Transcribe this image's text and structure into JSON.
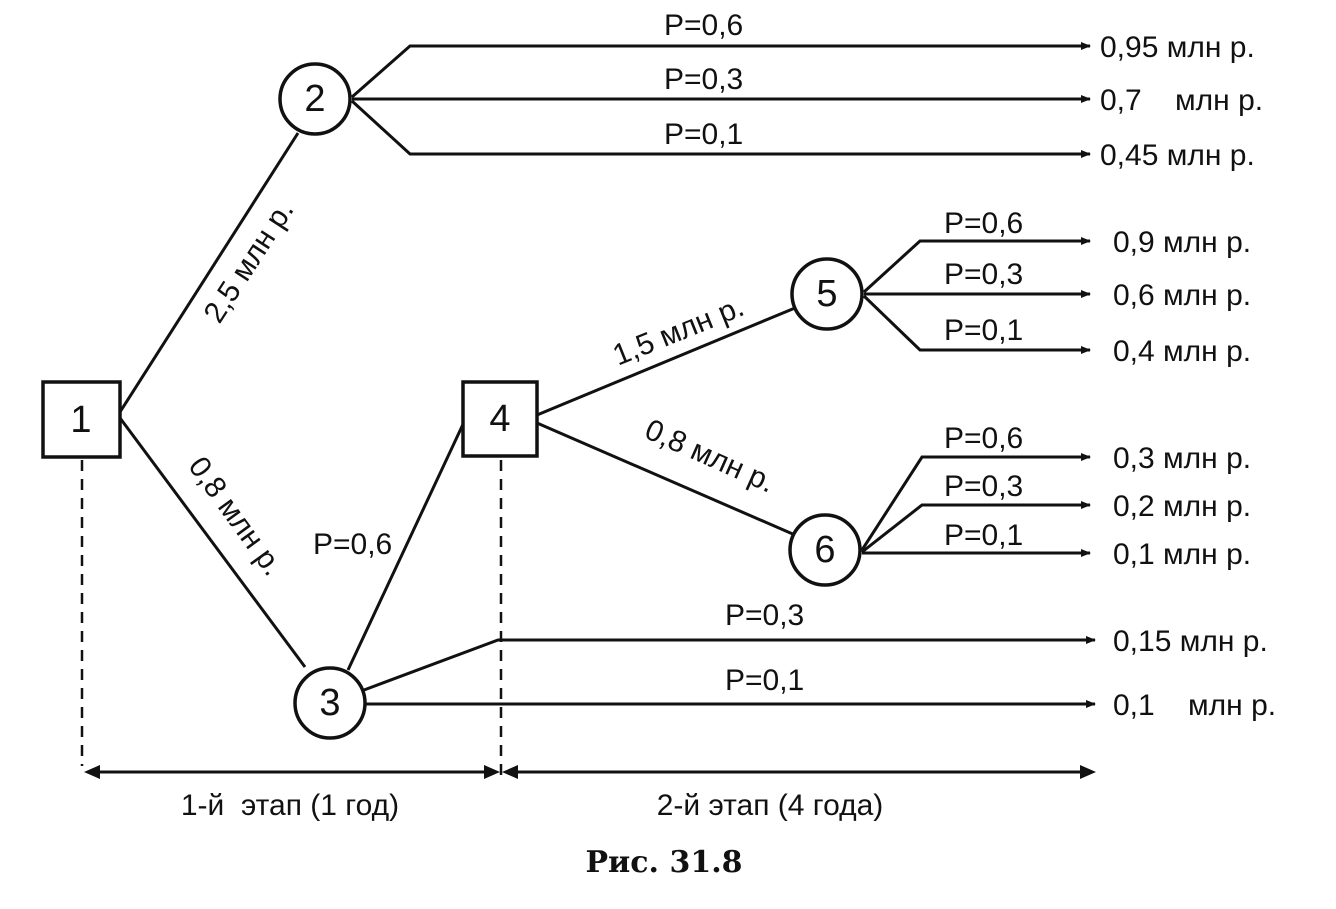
{
  "nodes": {
    "n1": "1",
    "n2": "2",
    "n3": "3",
    "n4": "4",
    "n5": "5",
    "n6": "6"
  },
  "edge_labels": {
    "e12": "2,5 млн р.",
    "e13": "0,8 млн р.",
    "e34": "P=0,6",
    "e45": "1,5 млн р.",
    "e46": "0,8 млн р."
  },
  "branches": {
    "n2": [
      {
        "p": "P=0,6",
        "outcome": "0,95 млн р."
      },
      {
        "p": "P=0,3",
        "outcome": "0,7    млн р."
      },
      {
        "p": "P=0,1",
        "outcome": "0,45 млн р."
      }
    ],
    "n5": [
      {
        "p": "P=0,6",
        "outcome": "0,9 млн р."
      },
      {
        "p": "P=0,3",
        "outcome": "0,6 млн р."
      },
      {
        "p": "P=0,1",
        "outcome": "0,4 млн р."
      }
    ],
    "n6": [
      {
        "p": "P=0,6",
        "outcome": "0,3 млн р."
      },
      {
        "p": "P=0,3",
        "outcome": "0,2 млн р."
      },
      {
        "p": "P=0,1",
        "outcome": "0,1 млн р."
      }
    ],
    "n3": [
      {
        "p": "P=0,3",
        "outcome": "0,15 млн р."
      },
      {
        "p": "P=0,1",
        "outcome": "0,1    млн р."
      }
    ]
  },
  "stages": {
    "stage1": "1-й  этап (1 год)",
    "stage2": "2-й этап (4 года)"
  },
  "caption": "Рис. 31.8"
}
